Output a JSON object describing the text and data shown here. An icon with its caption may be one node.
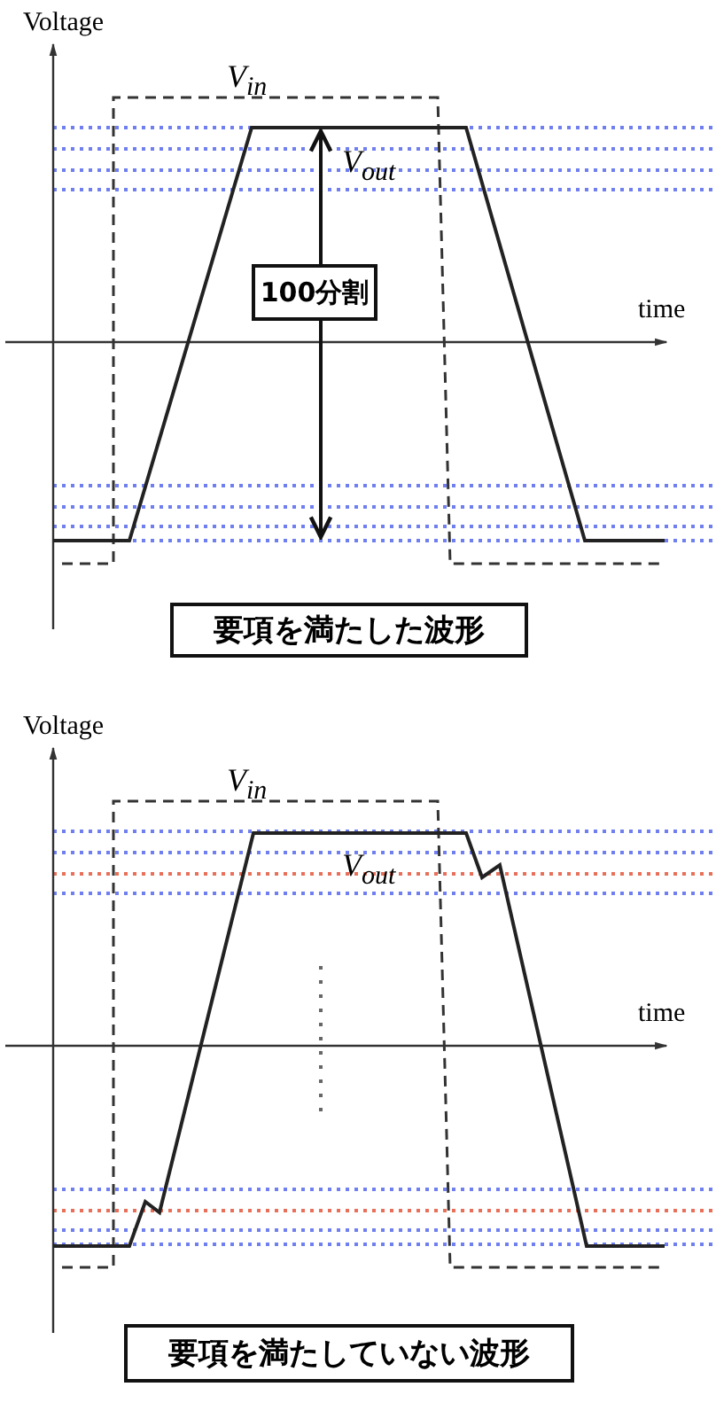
{
  "diagram": {
    "nodes": [
      {
        "text": [
          "100分割"
        ]
      },
      {
        "text": [
          "要項を満たした波形"
        ]
      },
      {
        "text": [
          "要項を満たしていない波形"
        ]
      }
    ],
    "labels": [
      "Voltage",
      "V$_{in}$",
      "V$_{out}$",
      "time",
      "Voltage",
      "V$_{in}$",
      "V$_{out}$",
      "time"
    ]
  }
}
